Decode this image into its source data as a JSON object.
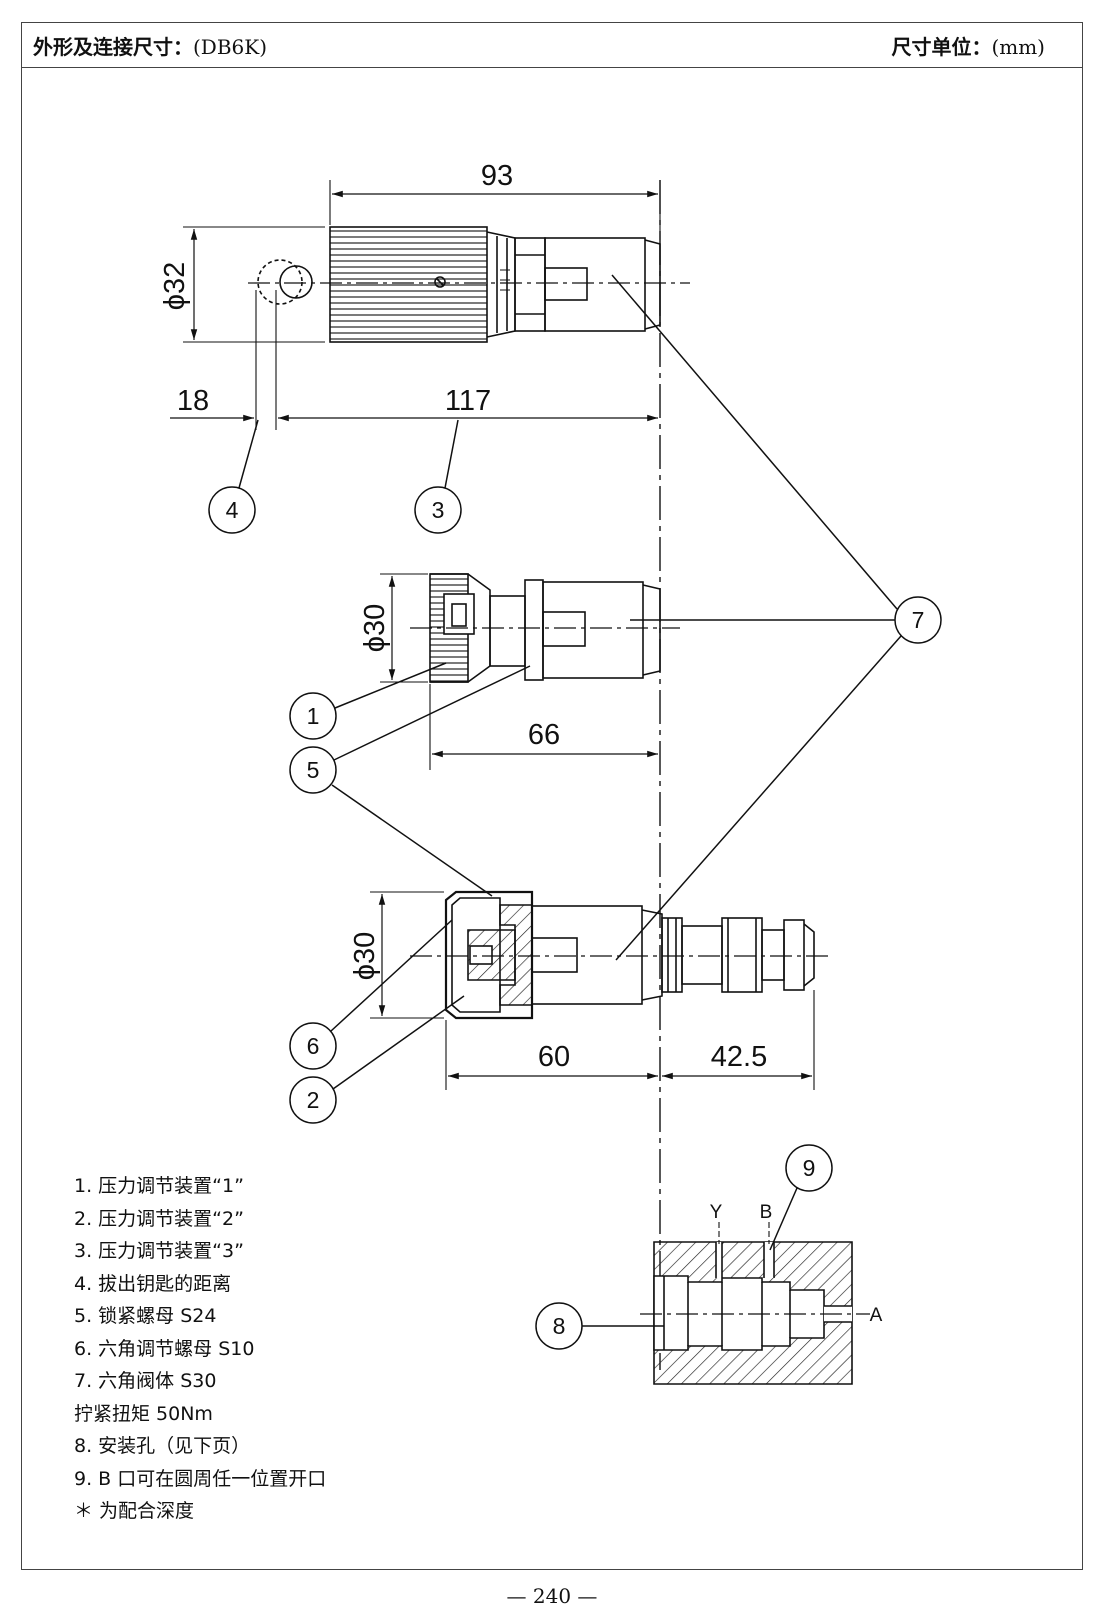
{
  "header": {
    "title": "外形及连接尺寸：",
    "title_code": "(DB6K)",
    "unit_label": "尺寸单位：",
    "unit_code": "(mm)"
  },
  "dimensions": {
    "d93": "93",
    "dia32": "ϕ32",
    "d18": "18",
    "d117": "117",
    "dia30_a": "ϕ30",
    "d66": "66",
    "dia30_b": "ϕ30",
    "d60": "60",
    "d42_5": "42.5"
  },
  "callouts": {
    "c1": "1",
    "c2": "2",
    "c3": "3",
    "c4": "4",
    "c5": "5",
    "c6": "6",
    "c7": "7",
    "c8": "8",
    "c9": "9"
  },
  "port_labels": {
    "y": "Y",
    "b": "B",
    "a": "A"
  },
  "legend": [
    "1. 压力调节装置“1”",
    "2. 压力调节装置“2”",
    "3. 压力调节装置“3”",
    "4. 拔出钥匙的距离",
    "5. 锁紧螺母 S24",
    "6. 六角调节螺母 S10",
    "7. 六角阀体 S30",
    "拧紧扭矩 50Nm",
    "8. 安装孔（见下页）",
    "9. B 口可在圆周任一位置开口",
    "＊ 为配合深度"
  ],
  "page_number": "— 240 —"
}
